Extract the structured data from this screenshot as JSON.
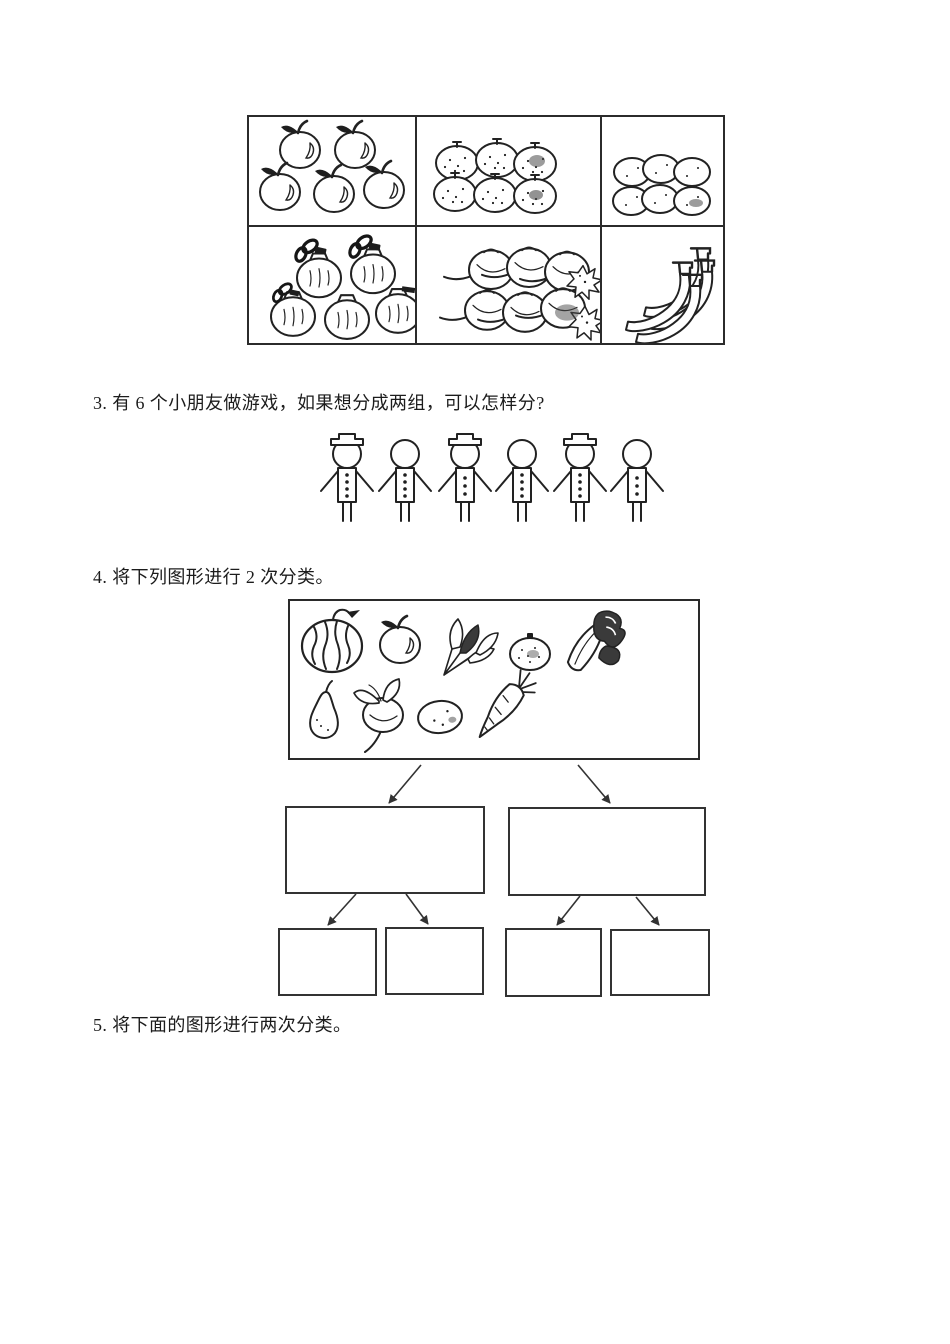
{
  "page": {
    "paper_color": "#ffffff",
    "ink_color": "#222222"
  },
  "questions": {
    "q3": "3. 有 6 个小朋友做游戏，如果想分成两组，可以怎样分?",
    "q4": "4. 将下列图形进行 2 次分类。",
    "q5": "5. 将下面的图形进行两次分类。"
  },
  "fruit_table": {
    "rows": 2,
    "cols": 3,
    "cells": [
      {
        "item": "apples",
        "count": 5
      },
      {
        "item": "oranges",
        "count": 6
      },
      {
        "item": "eggs",
        "count": 6
      },
      {
        "item": "tied-bags",
        "count": 5
      },
      {
        "item": "turnips-with-leaves",
        "count": 6
      },
      {
        "item": "bananas",
        "count": 4
      }
    ]
  },
  "children_figures": {
    "count": 6,
    "hat_positions": [
      1,
      3,
      5
    ],
    "button_counts": [
      4,
      4,
      3,
      4,
      4,
      3
    ]
  },
  "classification_box": {
    "items": [
      "watermelon",
      "apple",
      "spinach",
      "orange",
      "chinese-cabbage",
      "pear",
      "radish",
      "potato",
      "carrot"
    ]
  },
  "flowchart": {
    "level1_boxes": [
      "",
      ""
    ],
    "level2_boxes": [
      "",
      "",
      "",
      ""
    ]
  }
}
